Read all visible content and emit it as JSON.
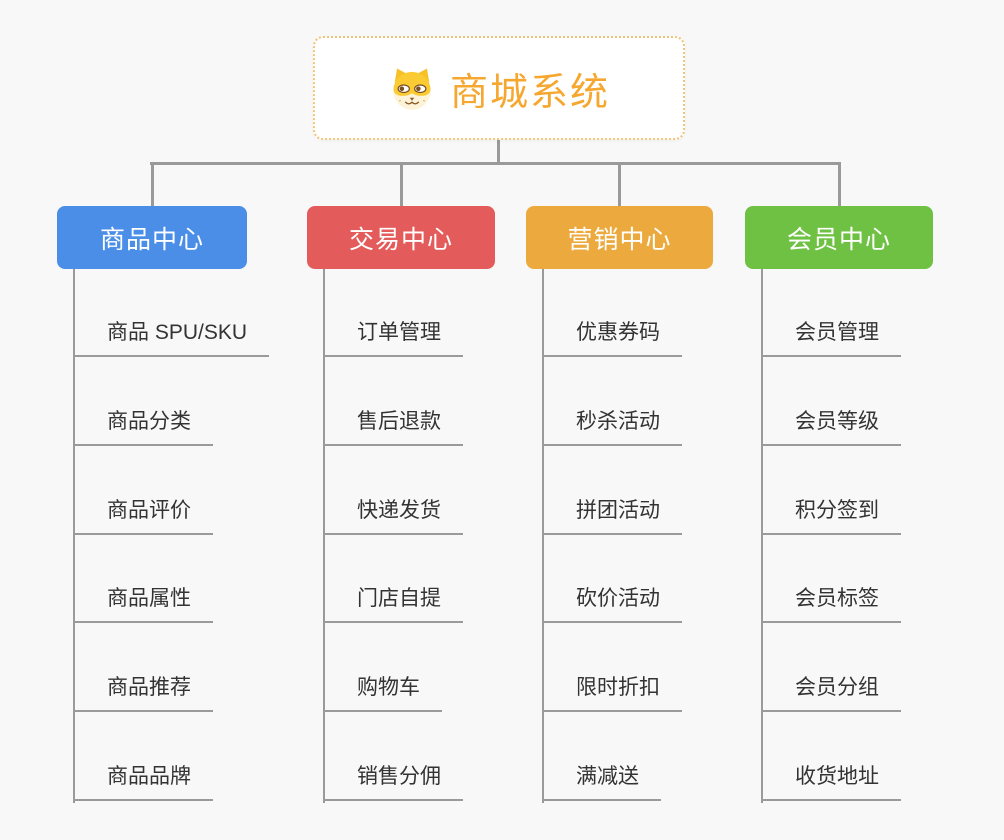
{
  "page": {
    "background_color": "#f8f8f8",
    "connector_color": "#9a9a9a",
    "item_text_color": "#333333"
  },
  "root": {
    "title": "商城系统",
    "icon": "shiba-dog-icon",
    "title_color": "#f5a72f",
    "border_color": "#f2c477"
  },
  "branches": [
    {
      "label": "商品中心",
      "color": "#4a8ee8",
      "children": [
        "商品 SPU/SKU",
        "商品分类",
        "商品评价",
        "商品属性",
        "商品推荐",
        "商品品牌"
      ]
    },
    {
      "label": "交易中心",
      "color": "#e45b5b",
      "children": [
        "订单管理",
        "售后退款",
        "快递发货",
        "门店自提",
        "购物车",
        "销售分佣"
      ]
    },
    {
      "label": "营销中心",
      "color": "#ecaa3e",
      "children": [
        "优惠券码",
        "秒杀活动",
        "拼团活动",
        "砍价活动",
        "限时折扣",
        "满减送"
      ]
    },
    {
      "label": "会员中心",
      "color": "#6fc143",
      "children": [
        "会员管理",
        "会员等级",
        "积分签到",
        "会员标签",
        "会员分组",
        "收货地址"
      ]
    }
  ]
}
